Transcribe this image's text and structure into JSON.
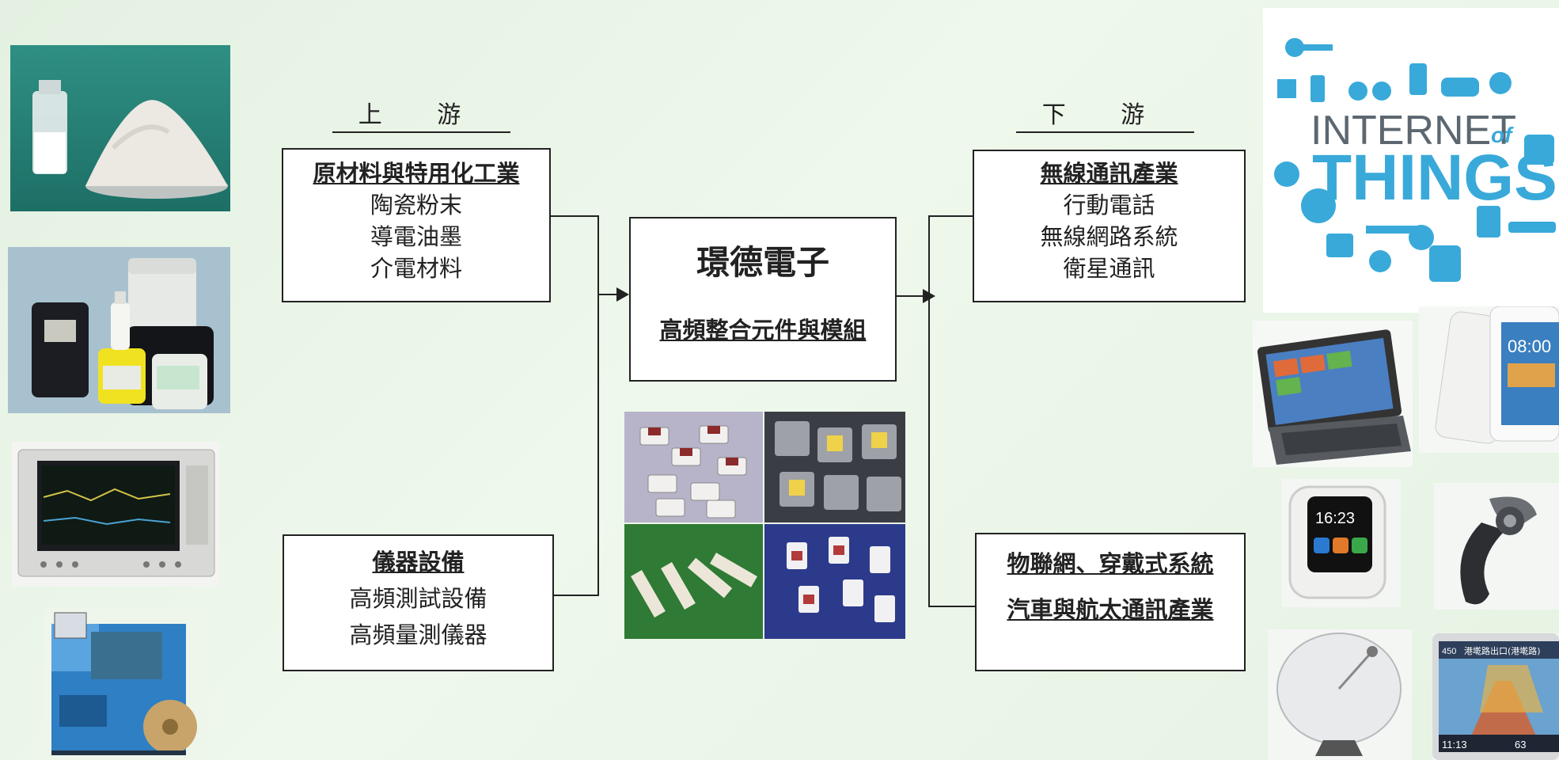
{
  "upstream_label": "上 游",
  "downstream_label": "下 游",
  "materials": {
    "title": "原材料與特用化工業",
    "items": [
      "陶瓷粉末",
      "導電油墨",
      "介電材料"
    ]
  },
  "instruments": {
    "title": "儀器設備",
    "items": [
      "高頻測試設備",
      "高頻量測儀器"
    ]
  },
  "company": {
    "name": "璟德電子",
    "product": "高頻整合元件與模組"
  },
  "wireless": {
    "title": "無線通訊產業",
    "items": [
      "行動電話",
      "無線網路系統",
      "衛星通訊"
    ]
  },
  "iot": {
    "lines": [
      "物聯網、穿戴式系統",
      "汽車與航太通訊產業"
    ]
  },
  "iot_image": {
    "line1": "INTERNET",
    "of": "of",
    "line2": "THINGS"
  },
  "phone_image": {
    "time": "08:00"
  },
  "watch_image": {
    "time": "16:23"
  },
  "nav_image": {
    "banner": "港墘路出口(港墘路)",
    "speed": "450",
    "clock": "11:13",
    "speed_limit": "63"
  }
}
